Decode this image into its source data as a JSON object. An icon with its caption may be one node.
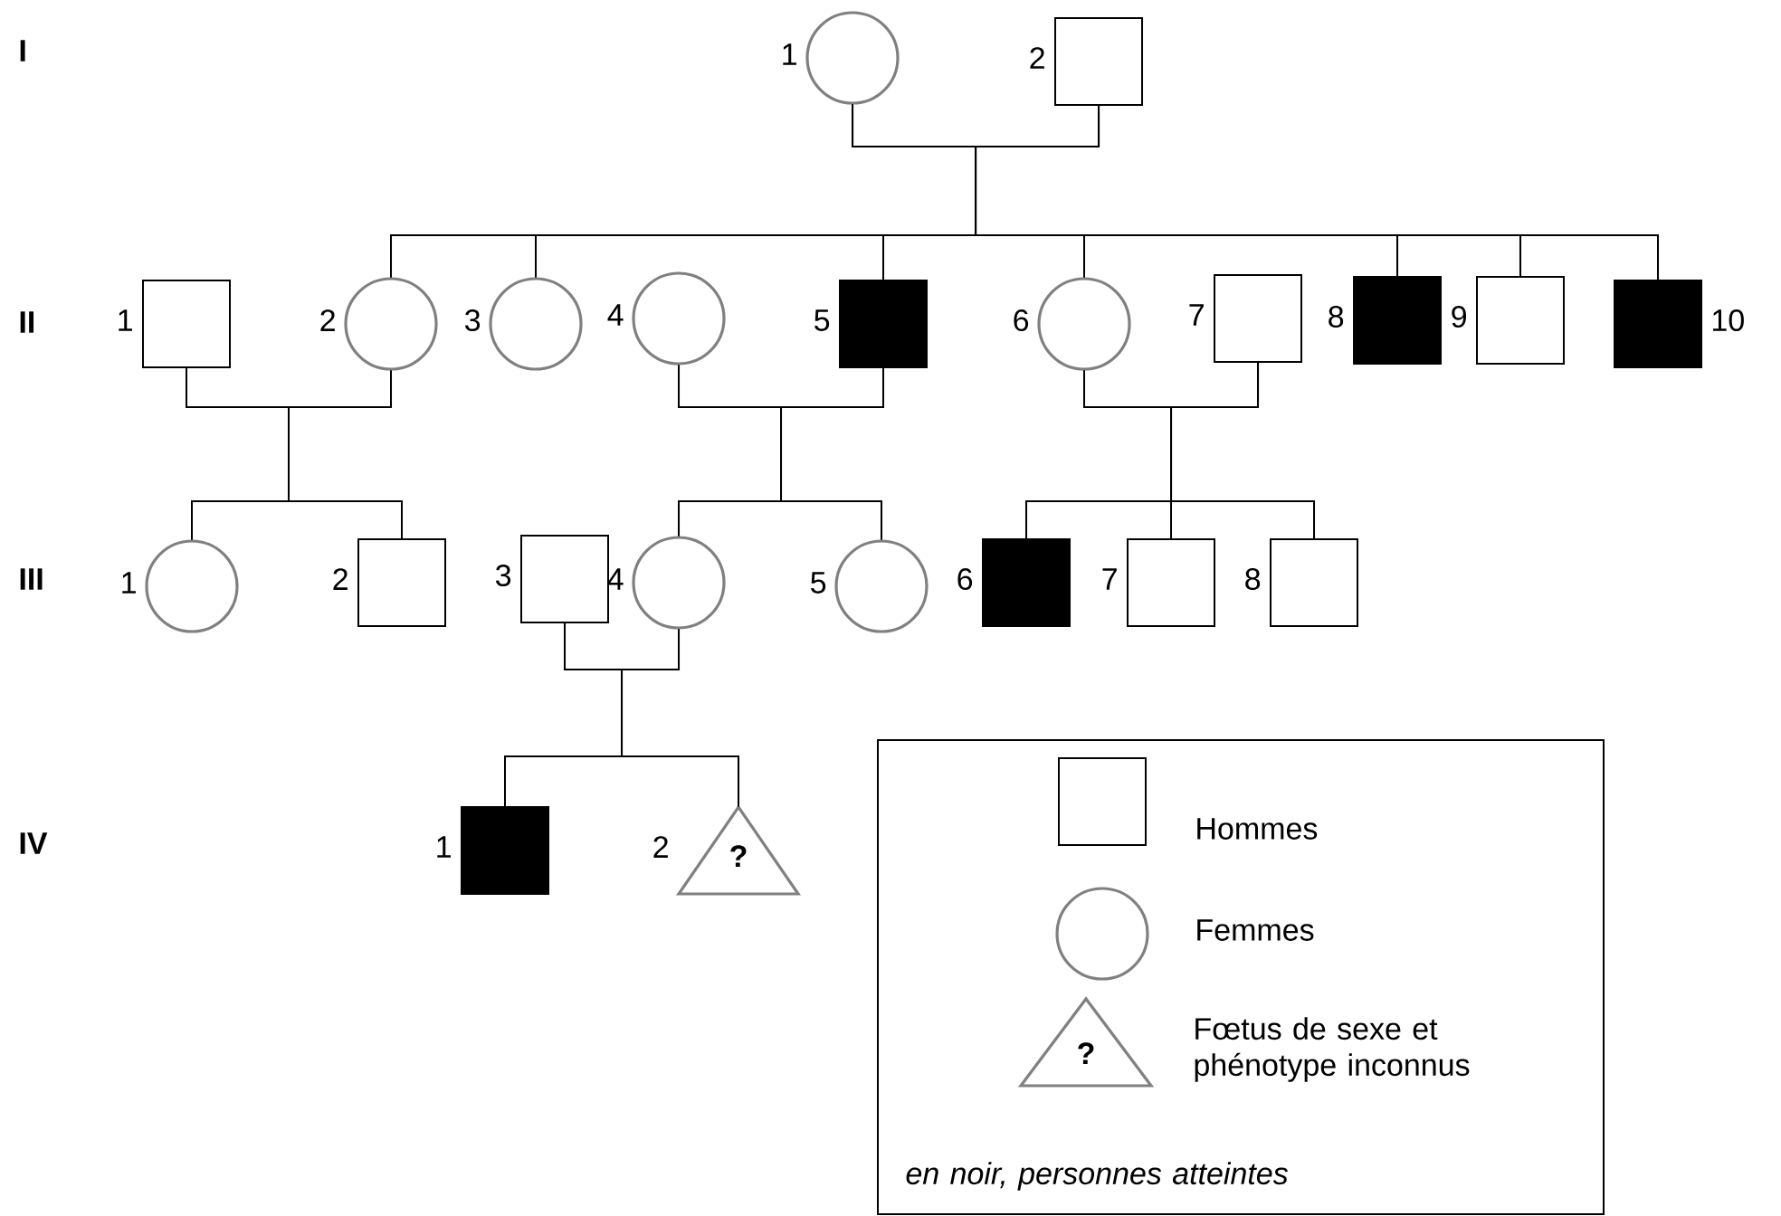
{
  "diagram": {
    "nodes": [
      {
        "text": [],
        "shape": "circle",
        "beside": [
          "1"
        ]
      },
      {
        "text": [],
        "shape": "box",
        "beside": [
          "2"
        ]
      },
      {
        "text": [],
        "shape": "box",
        "beside": [
          "1"
        ]
      },
      {
        "text": [],
        "shape": "circle",
        "beside": [
          "2"
        ]
      },
      {
        "text": [],
        "shape": "circle",
        "beside": [
          "3"
        ]
      },
      {
        "text": [],
        "shape": "circle",
        "beside": [
          "4"
        ]
      },
      {
        "text": [],
        "shape": "block",
        "beside": [
          "5"
        ]
      },
      {
        "text": [],
        "shape": "circle",
        "beside": [
          "6"
        ]
      },
      {
        "text": [],
        "shape": "box",
        "beside": [
          "7"
        ]
      },
      {
        "text": [],
        "shape": "block",
        "beside": [
          "8"
        ]
      },
      {
        "text": [],
        "shape": "box",
        "beside": [
          "9"
        ]
      },
      {
        "text": [],
        "shape": "block",
        "beside": [
          "10"
        ]
      },
      {
        "text": [],
        "shape": "circle",
        "beside": [
          "1"
        ]
      },
      {
        "text": [],
        "shape": "box",
        "beside": [
          "2"
        ]
      },
      {
        "text": [],
        "shape": "box",
        "beside": [
          "3"
        ]
      },
      {
        "text": [],
        "shape": "circle",
        "beside": [
          "4"
        ]
      },
      {
        "text": [],
        "shape": "circle",
        "beside": [
          "5"
        ]
      },
      {
        "text": [],
        "shape": "block",
        "beside": [
          "6"
        ]
      },
      {
        "text": [],
        "shape": "box",
        "beside": [
          "7"
        ]
      },
      {
        "text": [],
        "shape": "box",
        "beside": [
          "8"
        ]
      },
      {
        "text": [],
        "shape": "block",
        "beside": [
          "1"
        ]
      },
      {
        "text": [
          "?"
        ],
        "beside": [
          "2"
        ]
      }
    ],
    "edges": [
      {
        "from": 0,
        "to": 3,
        "arrow": "none"
      },
      {
        "from": 1,
        "to": 3,
        "arrow": "none"
      },
      {
        "from": 0,
        "to": 4,
        "arrow": "none"
      },
      {
        "from": 1,
        "to": 4,
        "arrow": "none"
      },
      {
        "from": 0,
        "to": 6,
        "arrow": "none"
      },
      {
        "from": 1,
        "to": 6,
        "arrow": "none"
      },
      {
        "from": 0,
        "to": 7,
        "arrow": "none"
      },
      {
        "from": 1,
        "to": 7,
        "arrow": "none"
      },
      {
        "from": 0,
        "to": 9,
        "arrow": "none"
      },
      {
        "from": 1,
        "to": 9,
        "arrow": "none"
      },
      {
        "from": 0,
        "to": 10,
        "arrow": "none"
      },
      {
        "from": 1,
        "to": 10,
        "arrow": "none"
      },
      {
        "from": 0,
        "to": 11,
        "arrow": "none"
      },
      {
        "from": 1,
        "to": 11,
        "arrow": "none"
      },
      {
        "from": 2,
        "to": 12,
        "arrow": "none"
      },
      {
        "from": 3,
        "to": 12,
        "arrow": "none"
      },
      {
        "from": 2,
        "to": 13,
        "arrow": "none"
      },
      {
        "from": 3,
        "to": 13,
        "arrow": "none"
      },
      {
        "from": 5,
        "to": 15,
        "arrow": "none"
      },
      {
        "from": 6,
        "to": 15,
        "arrow": "none"
      },
      {
        "from": 5,
        "to": 16,
        "arrow": "none"
      },
      {
        "from": 6,
        "to": 16,
        "arrow": "none"
      },
      {
        "from": 7,
        "to": 17,
        "arrow": "none"
      },
      {
        "from": 8,
        "to": 17,
        "arrow": "none"
      },
      {
        "from": 7,
        "to": 18,
        "arrow": "none"
      },
      {
        "from": 8,
        "to": 18,
        "arrow": "none"
      },
      {
        "from": 7,
        "to": 19,
        "arrow": "none"
      },
      {
        "from": 8,
        "to": 19,
        "arrow": "none"
      },
      {
        "from": 14,
        "to": 20,
        "arrow": "none"
      },
      {
        "from": 15,
        "to": 20,
        "arrow": "none"
      },
      {
        "from": 14,
        "to": 21,
        "arrow": "none"
      },
      {
        "from": 15,
        "to": 21,
        "arrow": "none"
      }
    ],
    "labels": [
      "I",
      "II",
      "III",
      "IV",
      "?"
    ],
    "legend": [
      {
        "text": "Hommes"
      },
      {
        "text": "Femmes"
      },
      {
        "text": "Fœtus de sexe et phénotype inconnus"
      },
      {
        "text": "en noir, personnes atteintes"
      }
    ]
  }
}
